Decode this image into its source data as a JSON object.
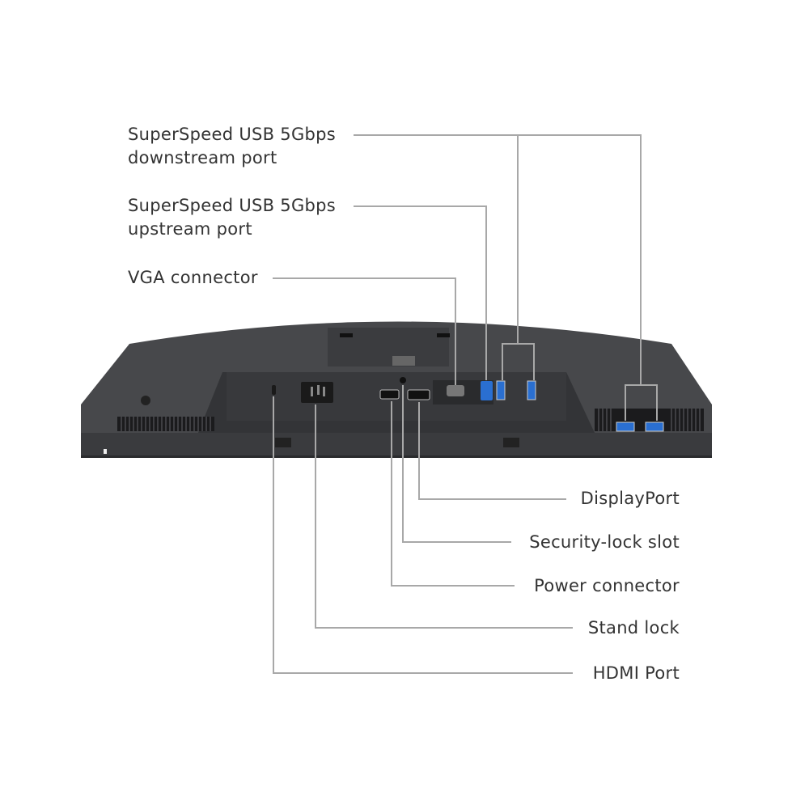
{
  "labels": {
    "usb_down_1": "SuperSpeed USB 5Gbps",
    "usb_down_2": "downstream port",
    "usb_up_1": "SuperSpeed USB 5Gbps",
    "usb_up_2": "upstream port",
    "vga": "VGA connector",
    "displayport": "DisplayPort",
    "security": "Security-lock slot",
    "power": "Power connector",
    "stand": "Stand lock",
    "hdmi": "HDMI Port"
  },
  "colors": {
    "line": "#a8a8a8",
    "body": "#3c3d40",
    "usb_blue": "#2a6fd1"
  }
}
